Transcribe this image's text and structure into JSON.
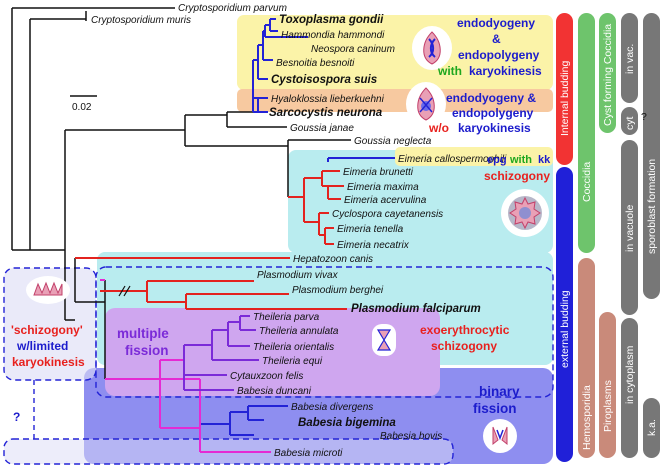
{
  "colors": {
    "yellow_box": "#fbf3a8",
    "orange_box": "#f7c9a0",
    "cyan_box": "#b9ecef",
    "purple_box": "#cfa6ef",
    "blue_box": "#8e8ef0",
    "navy": "#1c1ccc",
    "red": "#e8211e",
    "green": "#1ea71e",
    "branch_blue": "#2323d6",
    "branch_red": "#e3231f",
    "branch_magenta": "#e52ad3",
    "branch_purple": "#7b2bd8",
    "bar_red": "#f23333",
    "bar_blue": "#2020d8",
    "bar_green": "#6ec46c",
    "bar_salmon": "#c98a7a",
    "bar_gray": "#777777"
  },
  "taxa": {
    "cparvum": "Cryptosporidium parvum",
    "cmuris": "Cryptosporidium muris",
    "tgondii": "Toxoplasma gondii",
    "hhammondi": "Hammondia hammondi",
    "ncaninum": "Neospora caninum",
    "bbesnoiti": "Besnoitia besnoiti",
    "csuis": "Cystoisospora suis",
    "hlieberkuehni": "Hyaloklossia lieberkuehni",
    "sneurona": "Sarcocystis neurona",
    "gjanae": "Goussia janae",
    "gneglecta": "Goussia neglecta",
    "ecallospermophili": "Eimeria callospermophili",
    "ebrunetti": "Eimeria brunetti",
    "emaxima": "Eimeria maxima",
    "eacervulina": "Eimeria acervulina",
    "ccayetanensis": "Cyclospora cayetanensis",
    "etenella": "Eimeria tenella",
    "enecatrix": "Eimeria necatrix",
    "hcanis": "Hepatozoon canis",
    "pvivax": "Plasmodium vivax",
    "pberghei": "Plasmodium berghei",
    "pfalciparum": "Plasmodium falciparum",
    "tparva": "Theileria parva",
    "tannulata": "Theileria annulata",
    "torientalis": "Theileria orientalis",
    "tequi": "Theileria equi",
    "cfelis": "Cytauxzoon felis",
    "bduncani": "Babesia duncani",
    "bdivergens": "Babesia divergens",
    "bbigemina": "Babesia bigemina",
    "bbovis": "Babesia bovis",
    "bmicroti": "Babesia microti"
  },
  "scale_bar": "0.02",
  "annotations": {
    "endo1_a": "endodyogeny",
    "endo1_b": "&",
    "endo1_c": "endopolygeny",
    "endo1_with": "with",
    "endo1_kk": "karyokinesis",
    "endo2_a": "endodyogeny &",
    "endo2_b": "endopolygeny",
    "endo2_wo": "w/o",
    "endo2_kk": "karyokinesis",
    "epg": "epg",
    "epg_with": "with",
    "epg_kk": "kk",
    "schizogony": "schizogony",
    "sch_q": "'schizogony'",
    "sch_wl": "w/limited",
    "sch_kk": "karyokinesis",
    "mf_a": "multiple",
    "mf_b": "fission",
    "exo_a": "exoerythrocytic",
    "exo_b": "schizogony",
    "bf_a": "binary",
    "bf_b": "fission",
    "qmark": "?"
  },
  "bars": {
    "internal": "Internal budding",
    "external": "external budding",
    "coccidia": "Coccidia",
    "hemosporidia": "Hemosporidia",
    "piroplasms": "Piroplasms",
    "cyst": "Cyst forming Coccidia",
    "cyt": "cyt",
    "cyt_q": "?",
    "invac": "in vac.",
    "invacuole": "in vacuole",
    "incytoplasm": "in cytoplasm",
    "sporoblast": "sporoblast formation",
    "ka": "k.a."
  }
}
